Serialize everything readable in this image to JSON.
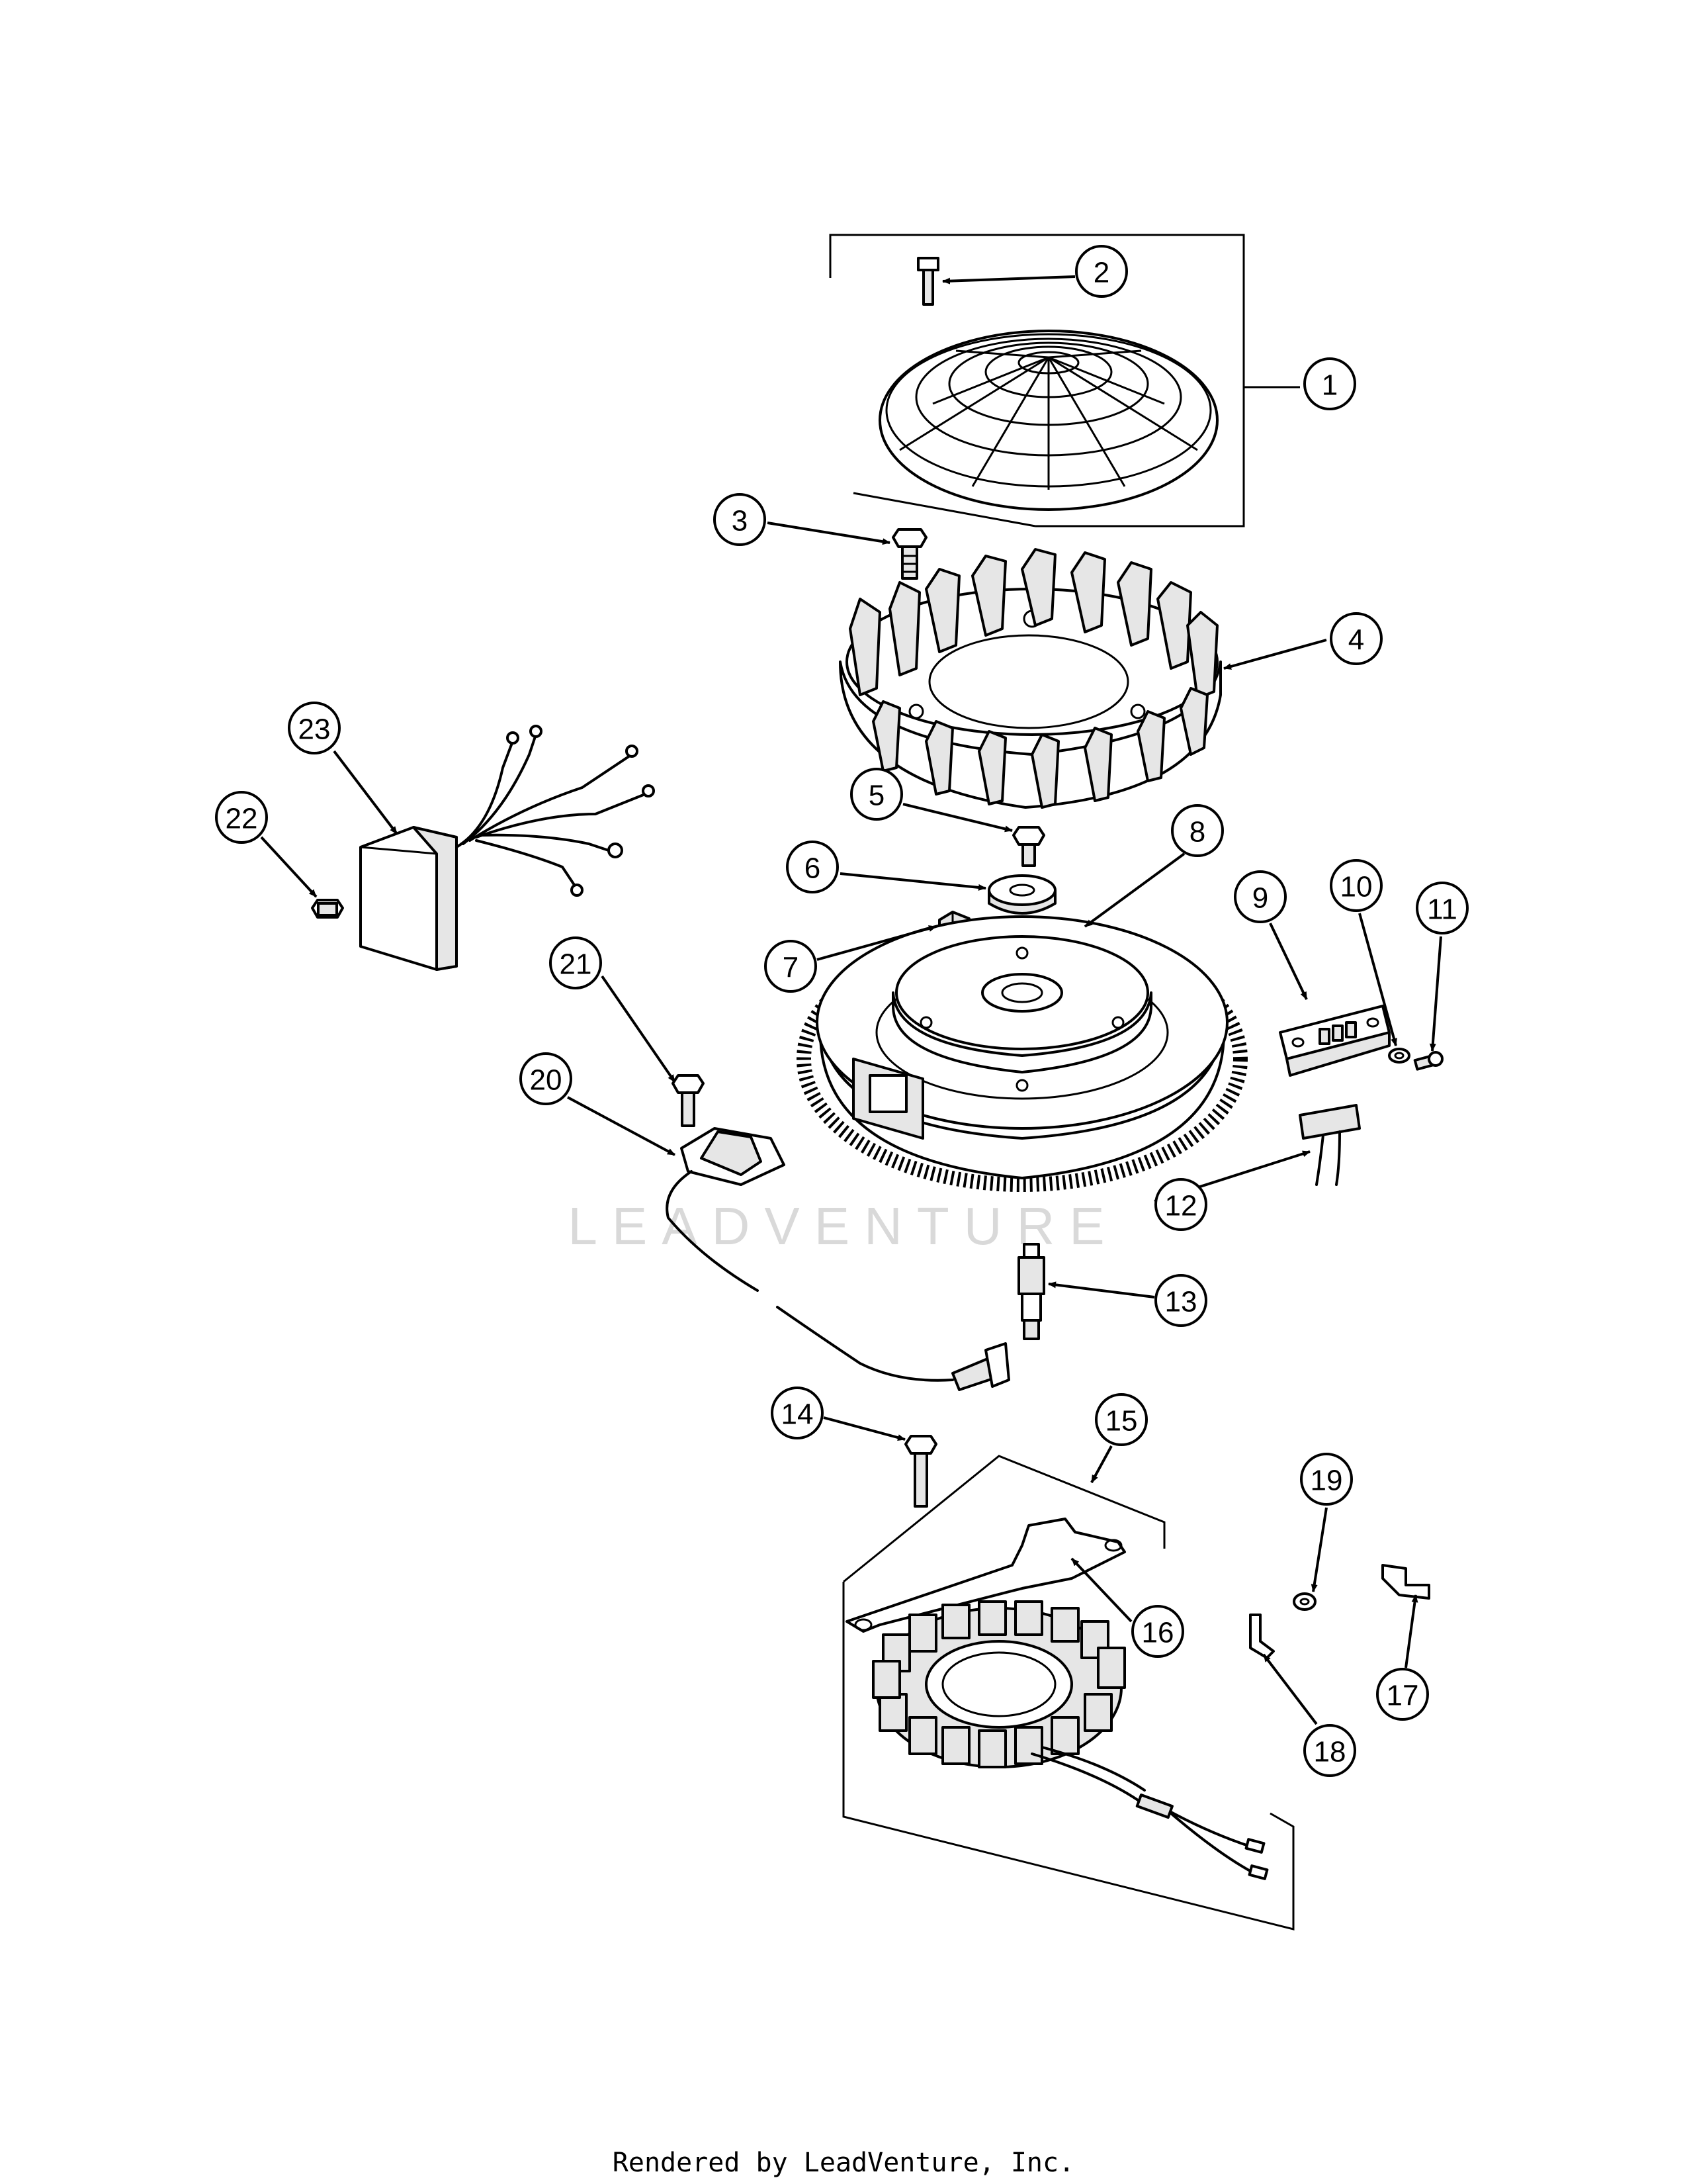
{
  "watermark": "LEADVENTURE",
  "footer": "Rendered by LeadVenture, Inc.",
  "callouts": [
    {
      "label": "1"
    },
    {
      "label": "2"
    },
    {
      "label": "3"
    },
    {
      "label": "4"
    },
    {
      "label": "5"
    },
    {
      "label": "6"
    },
    {
      "label": "7"
    },
    {
      "label": "8"
    },
    {
      "label": "9"
    },
    {
      "label": "10"
    },
    {
      "label": "11"
    },
    {
      "label": "12"
    },
    {
      "label": "13"
    },
    {
      "label": "14"
    },
    {
      "label": "15"
    },
    {
      "label": "16"
    },
    {
      "label": "17"
    },
    {
      "label": "18"
    },
    {
      "label": "19"
    },
    {
      "label": "20"
    },
    {
      "label": "21"
    },
    {
      "label": "22"
    },
    {
      "label": "23"
    }
  ]
}
